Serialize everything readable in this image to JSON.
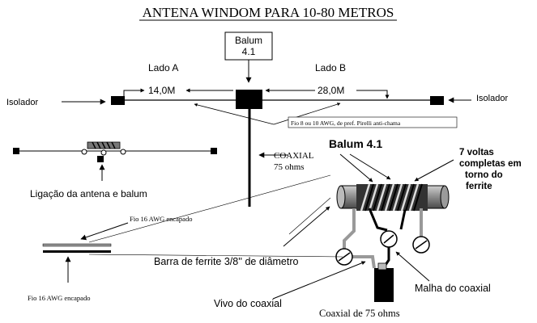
{
  "title": "ANTENA WINDOM PARA 10-80 METROS",
  "balum_box": {
    "line1": "Balum",
    "line2": "4.1"
  },
  "side_a": {
    "label": "Lado A",
    "length": "14,0M"
  },
  "side_b": {
    "label": "Lado B",
    "length": "28,0M"
  },
  "insulator_left": "Isolador",
  "insulator_right": "Isolador",
  "wire_note": "Fio 8 ou 10 AWG, de pref. Pirelli anti-chama",
  "coax": {
    "line1": "COAXIAL",
    "line2": "75 ohms"
  },
  "connection_caption": "Ligação da antena e balum",
  "detail": {
    "title": "Balum 4.1",
    "turns_note": [
      "7 voltas",
      "completas em",
      "torno do",
      "ferrite"
    ],
    "ferrite_bar": "Barra de ferrite 3/8'' de diâmetro",
    "coax_center": "Vivo do coaxial",
    "coax_shield": "Malha do coaxial",
    "coax_cable": "Coaxial de 75 ohms"
  },
  "wire_top": "Fio 16 AWG encapado",
  "wire_bottom": "Fio 16 AWG encapado",
  "colors": {
    "ink": "#000000",
    "ferrite": "#8a8a8a",
    "wire_gray": "#9a9a9a"
  },
  "icons": [
    "arrow-icon",
    "insulator-icon",
    "balun-block-icon",
    "screw-terminal-icon",
    "ferrite-bar-icon"
  ]
}
